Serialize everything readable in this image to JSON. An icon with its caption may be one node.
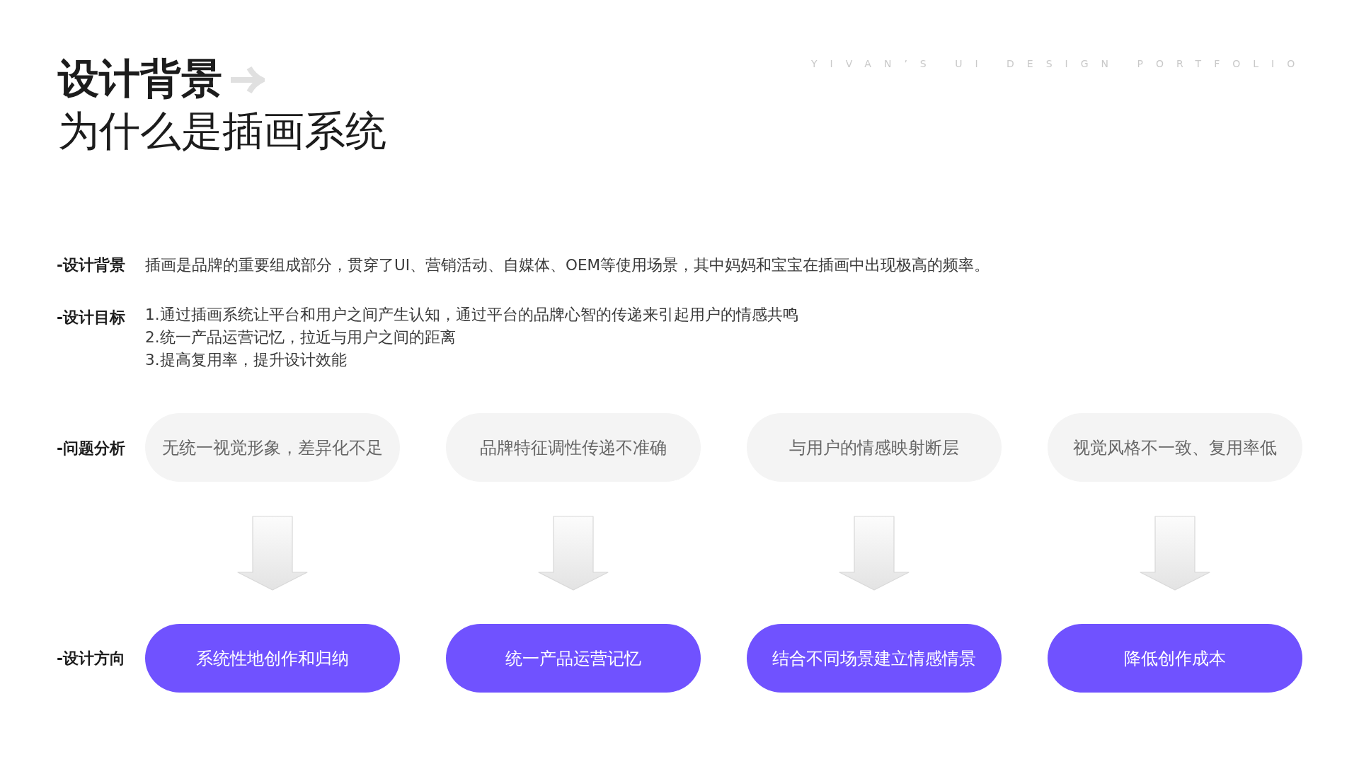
{
  "diagram": {
    "title": "设计背景",
    "nodes": [
      {
        "text": [
          "无统一视觉形象，差异化不足"
        ]
      },
      {
        "text": [
          "品牌特征调性传递不准确"
        ]
      },
      {
        "text": [
          "与用户的情感映射断层"
        ]
      },
      {
        "text": [
          "视觉风格不一致、复用率低"
        ]
      },
      {
        "text": [
          "系统性地创作和归纳"
        ]
      },
      {
        "text": [
          "统一产品运营记忆"
        ]
      },
      {
        "text": [
          "结合不同场景建立情感情景"
        ]
      },
      {
        "text": [
          "降低创作成本"
        ]
      }
    ],
    "edges": [
      {
        "from": 0,
        "to": 4,
        "arrow": "to"
      },
      {
        "from": 1,
        "to": 5,
        "arrow": "to"
      },
      {
        "from": 2,
        "to": 6,
        "arrow": "to"
      },
      {
        "from": 3,
        "to": 7,
        "arrow": "to"
      }
    ],
    "labels": [
      "YIVAN’S UI DESIGN PORTFOLIO",
      "为什么是插画系统",
      "-设计背景",
      "插画是品牌的重要组成部分，贯穿了UI、营销活动、自媒体、OEM等使用场景，其中妈妈和宝宝在插画中出现极高的频率。",
      "-设计目标",
      "1.通过插画系统让平台和用户之间产生认知，通过平台的品牌心智的传递来引起用户的情感共鸣",
      "2.统一产品运营记忆，拉近与用户之间的距离",
      "3.提高复用率，提升设计效能",
      "-问题分析",
      "-设计方向"
    ]
  }
}
